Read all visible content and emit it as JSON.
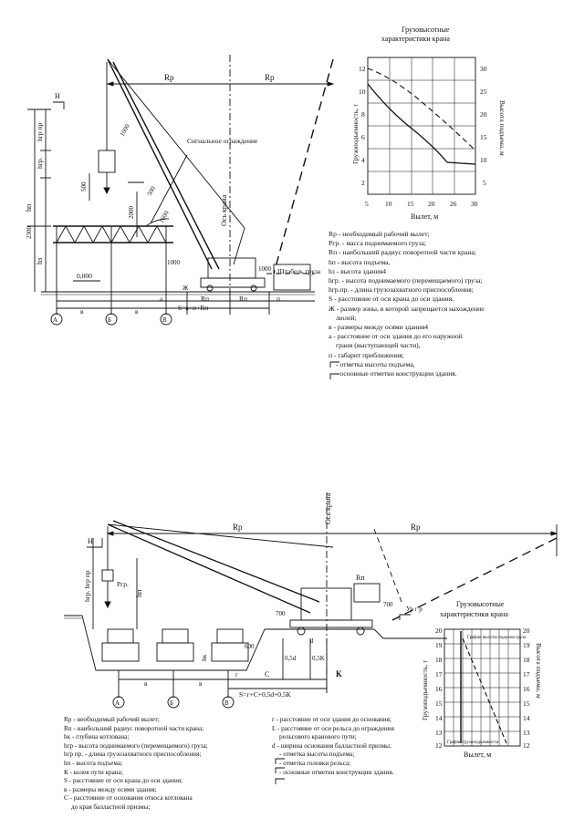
{
  "top": {
    "labels": {
      "rp": "Rр",
      "H": "H",
      "hgr_pr": "hгр пр",
      "hgr": "hгр.",
      "hp": "hп",
      "hz": "hз",
      "d2300": "2300",
      "d500a": "500",
      "d2000": "2000",
      "d500b": "500",
      "d1600": "1600",
      "d1000a": "1000",
      "d1000b": "1000",
      "d1000c": "1000",
      "zero": "0,000",
      "signal": "Сигнальное ограждение",
      "axis": "Ось крана",
      "stack": "Штабель груза",
      "a": "а",
      "rn": "Rп",
      "n": "п",
      "b1": "в",
      "b2": "в",
      "formula": "S=а+п+Rп",
      "zh": "Ж",
      "axA": "А",
      "axB": "Б",
      "axV": "В"
    },
    "chart": {
      "title": "Грузовысотные характеристики крана",
      "ylabel_left": "Грузоподъемность, т",
      "ylabel_right": "Высота подъема, м",
      "xlabel": "Вылет, м",
      "x_ticks": [
        "5",
        "10",
        "15",
        "20",
        "26",
        "30"
      ],
      "y_left_ticks": [
        "12",
        "10",
        "8",
        "6",
        "4",
        "2"
      ],
      "y_right_ticks": [
        "30",
        "25",
        "20",
        "15",
        "10",
        "5"
      ]
    },
    "legend": [
      "Rр - необходимый рабочий вылет;",
      "Ргр. - масса поднимаемого груза;",
      "Rп - наибольший радиус поворотной части крана;",
      "hп - высота подъема,",
      "hз - высота здания4",
      "hгр. - высота поднимаемого (перемещаемого) груза;",
      "hгр.пр. - длина грузозахватного приспособления;",
      "S - расстояние от оси крана до оси здания,",
      "Ж - размер зоны, в которой запрещается нахождение",
      "люлей;",
      "в - размеры между осями здания4",
      "а - расстояние от оси здания до его наружной",
      "грани (выступающей части),",
      "п - габарит приближения;",
      "- отметка высоты подъема,",
      "- основные отметки конструкции здания."
    ]
  },
  "bottom": {
    "labels": {
      "rp": "Rр",
      "axis": "Ось крана",
      "H": "H",
      "hgr": "hгр. hгр пр",
      "prg": "Ргр.",
      "hp": "hп",
      "rn": "Rп",
      "d700a": "700",
      "d700b": "700",
      "urgr": "Ур г р",
      "d600": "600",
      "hk": "hк",
      "d05": "0,5d",
      "d05k": "0,5K",
      "C": "С",
      "d": "d",
      "K": "К",
      "g": "г",
      "b1": "в",
      "b2": "в",
      "formula": "S=г+С+0,5d+0,5К",
      "axA": "А",
      "axB": "Б",
      "axV": "В"
    },
    "chart": {
      "title": "Грузовысотные характеристики крана",
      "ylabel_left": "Грузоподъемность, т",
      "ylabel_right": "Высота подъема, м",
      "xlabel": "Вылет, м",
      "curve1": "График высоты подъема груза",
      "curve2": "График грузоподъемности",
      "y_left_ticks": [
        "20",
        "19",
        "18",
        "17",
        "16",
        "15",
        "14",
        "13",
        "12"
      ],
      "y_right_ticks": [
        "20",
        "19",
        "18",
        "17",
        "16",
        "15",
        "14",
        "13",
        "12"
      ]
    },
    "legend_left": [
      "Rр - необходимый рабочий вылет;",
      "Rп - наибольший радиус поворотной части крана;",
      "hк - глубина котлована;",
      "hгр - высота поднимаемого (перемещаемого) груза;",
      "hгр пр. - длина грузозахватного приспособления;",
      "hп - высота подъема;",
      "К - колея пути крана;",
      "S - расстояние от оси крана до оси здания;",
      "в - размеры между осями здания;",
      "С - расстояние от основания откоса котлована",
      "до края балластной призмы;"
    ],
    "legend_right": [
      "г - расстояние от оси здания до основания;",
      "L - расстояние от оси рельса до ограждения",
      "рельсового кранового пути;",
      "d - ширина основания балластной призмы;",
      "- отметка высоты подъема;",
      "- отметка головки рельса;",
      "- основные отметки конструкции здания."
    ]
  }
}
